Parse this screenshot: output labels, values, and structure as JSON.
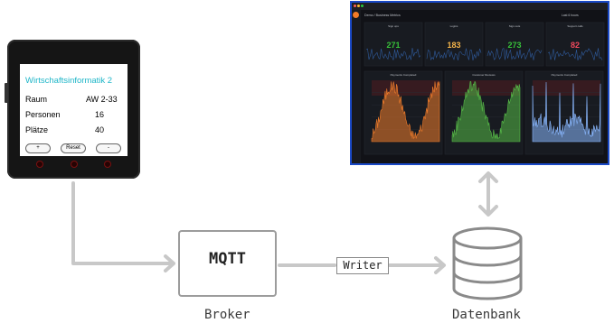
{
  "device": {
    "title": "Wirtschaftsinformatik 2",
    "rows": [
      {
        "label": "Raum",
        "value": "AW 2-33"
      },
      {
        "label": "Personen",
        "value": "16"
      },
      {
        "label": "Plätze",
        "value": "40"
      }
    ],
    "buttons": {
      "plus": "+",
      "reset": "Reset",
      "minus": "-"
    }
  },
  "dashboard": {
    "breadcrumb": "Demo / Business Metrics",
    "time_picker": "Last 6 hours",
    "stats": [
      {
        "title": "Sign ups",
        "value": "271",
        "color": "#37c23a"
      },
      {
        "title": "Logins",
        "value": "183",
        "color": "#f6b54a"
      },
      {
        "title": "Sign outs",
        "value": "273",
        "color": "#37c23a"
      },
      {
        "title": "Support calls",
        "value": "82",
        "color": "#f2495c"
      }
    ],
    "charts": [
      {
        "title": "Payments Completed",
        "color": "#f07c2b"
      },
      {
        "title": "Customer Reviews",
        "color": "#56b947"
      },
      {
        "title": "Payments Completed",
        "color": "#8ab8ff"
      }
    ]
  },
  "broker": {
    "label": "MQTT",
    "caption": "Broker"
  },
  "writer": {
    "label": "Writer"
  },
  "database": {
    "caption": "Datenbank"
  },
  "colors": {
    "connector": "#c8c8c8",
    "dashboard_border": "#1a49c6"
  }
}
